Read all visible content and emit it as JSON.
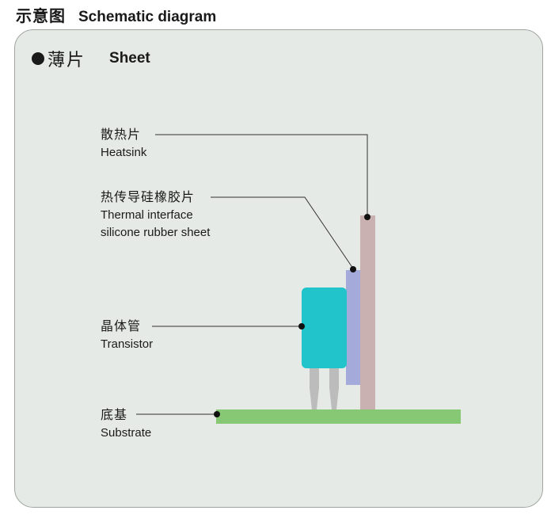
{
  "header": {
    "title_cn": "示意图",
    "title_en": "Schematic diagram"
  },
  "section": {
    "title_cn": "薄片",
    "title_en": "Sheet"
  },
  "labels": {
    "heatsink": {
      "cn": "散热片",
      "en": "Heatsink"
    },
    "interface": {
      "cn": "热传导硅橡胶片",
      "en_line1": "Thermal interface",
      "en_line2": "silicone rubber sheet"
    },
    "transistor": {
      "cn": "晶体管",
      "en": "Transistor"
    },
    "substrate": {
      "cn": "底基",
      "en": "Substrate"
    }
  },
  "colors": {
    "heatsink": "#c9b1b1",
    "interface_sheet": "#a4aad9",
    "transistor": "#22c4cc",
    "legs": "#bcbcbc",
    "substrate": "#86c873"
  }
}
